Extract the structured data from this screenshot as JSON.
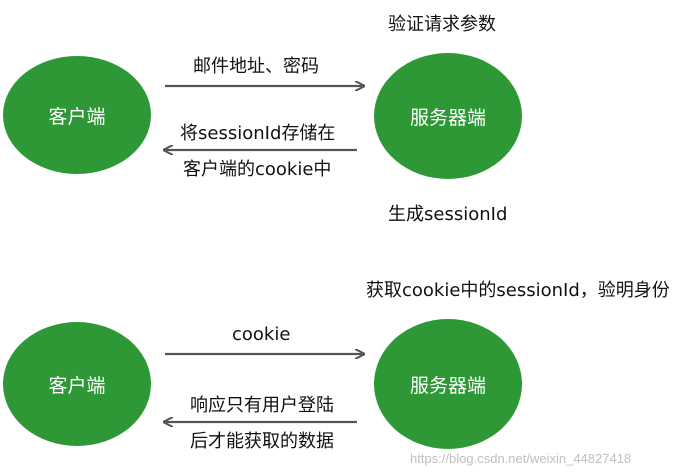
{
  "top": {
    "client": "客户端",
    "server": "服务器端",
    "request_label": "邮件地址、密码",
    "server_top_note": "验证请求参数",
    "response_label_line1": "将sessionId存储在",
    "response_label_line2": "客户端的cookie中",
    "server_bottom_note": "生成sessionId"
  },
  "bottom": {
    "client": "客户端",
    "server": "服务器端",
    "server_top_note": "获取cookie中的sessionId，验明身份",
    "request_label": "cookie",
    "response_label_line1": "响应只有用户登陆",
    "response_label_line2": "后才能获取的数据"
  },
  "watermark": "https://blog.csdn.net/weixin_44827418",
  "colors": {
    "node_fill": "#2e9736",
    "node_text": "#ffffff",
    "arrow": "#555555"
  }
}
